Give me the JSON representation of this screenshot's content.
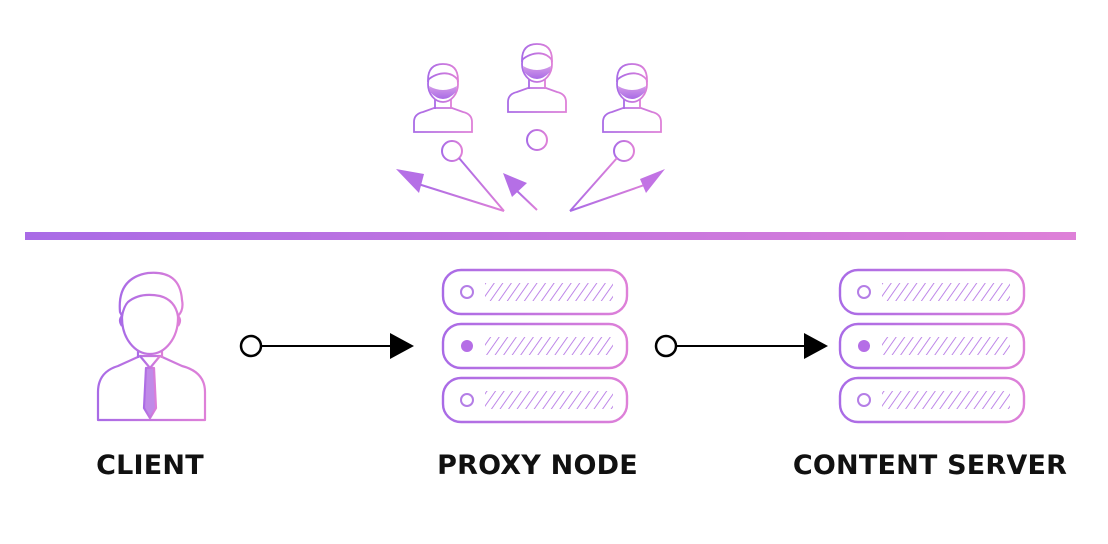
{
  "labels": {
    "client": "CLIENT",
    "proxy": "PROXY NODE",
    "server": "CONTENT SERVER"
  },
  "colors": {
    "purple": "#a96be6",
    "pink": "#de80d8",
    "arrow": "#000000"
  },
  "icons": {
    "users": [
      "user-icon",
      "user-icon",
      "user-icon"
    ],
    "client": "client-person-icon",
    "proxy": "server-stack-icon",
    "server": "server-stack-icon"
  }
}
